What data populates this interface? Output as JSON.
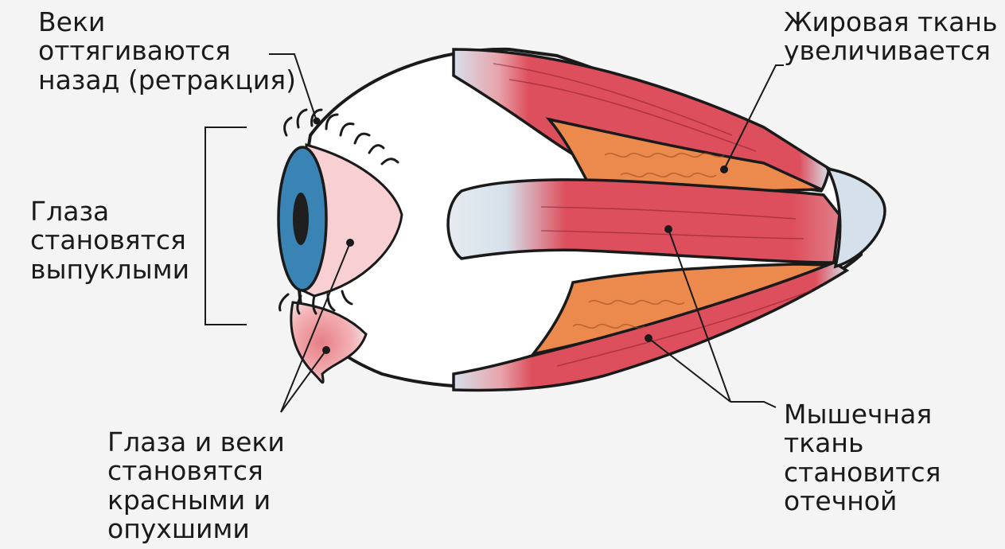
{
  "labels": {
    "eyelids_retract": "Веки\nоттягиваются\nназад (ретракция)",
    "fat_increases": "Жировая ткань\nувеличивается",
    "eyes_bulge": "Глаза\nстановятся\nвыпуклыми",
    "muscle_swells": "Мышечная\nткань\nстановится\nотечной",
    "red_swollen": "Глаза и веки\nстановятся\nкрасными и\nопухшими"
  },
  "colors": {
    "background": "#f4f4f4",
    "muscle": "#dd4f5c",
    "fat": "#ec8a4e",
    "iris": "#3a84b5",
    "sclera_pink": "#f8cfd2",
    "tendon": "#d6e0ea",
    "outline": "#1a1a1a"
  }
}
